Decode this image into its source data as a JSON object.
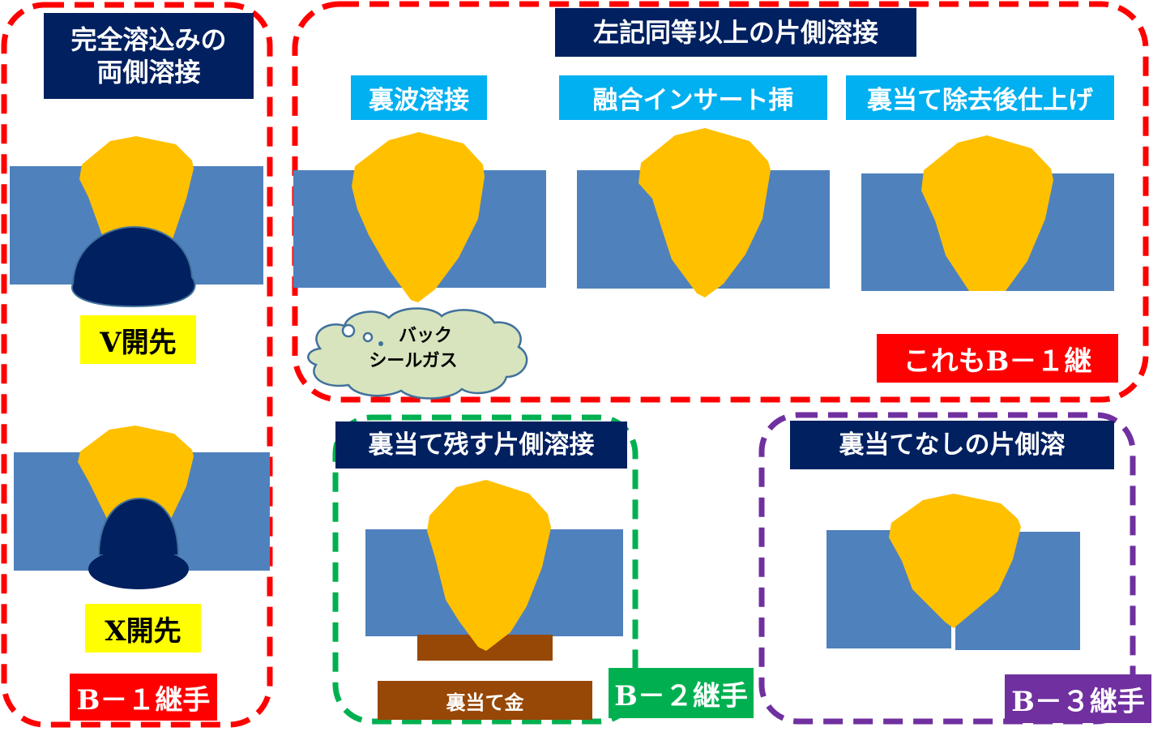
{
  "colors": {
    "b1_frame": "#ff0000",
    "b2_frame": "#00b050",
    "b3_frame": "#7030a0",
    "title_bg": "#002060",
    "subtitle_bg": "#00b0f0",
    "plate": "#4f81bd",
    "weld": "#ffc000",
    "back_weld": "#002060",
    "backing_strip": "#974706",
    "groove_label_bg": "#ffff00",
    "cloud_fill": "#d7e4bd",
    "cloud_stroke": "#41719c"
  },
  "panel_both_sides": {
    "title_line1": "完全溶込みの",
    "title_line2": "両側溶接",
    "v_groove_label": "V開先",
    "x_groove_label": "X開先",
    "badge": "B－１継手"
  },
  "panel_equivalent": {
    "title": "左記同等以上の片側溶接",
    "methods": [
      {
        "label": "裏波溶接"
      },
      {
        "label": "融合インサート挿"
      },
      {
        "label": "裏当て除去後仕上げ"
      }
    ],
    "cloud_label_line1": "バック",
    "cloud_label_line2": "シールガス",
    "badge": "これもB－１継"
  },
  "panel_backing_left": {
    "title": "裏当て残す片側溶接",
    "backing_label": "裏当て金",
    "badge": "B－２継手"
  },
  "panel_no_backing": {
    "title": "裏当てなしの片側溶",
    "badge": "B－３継手"
  }
}
